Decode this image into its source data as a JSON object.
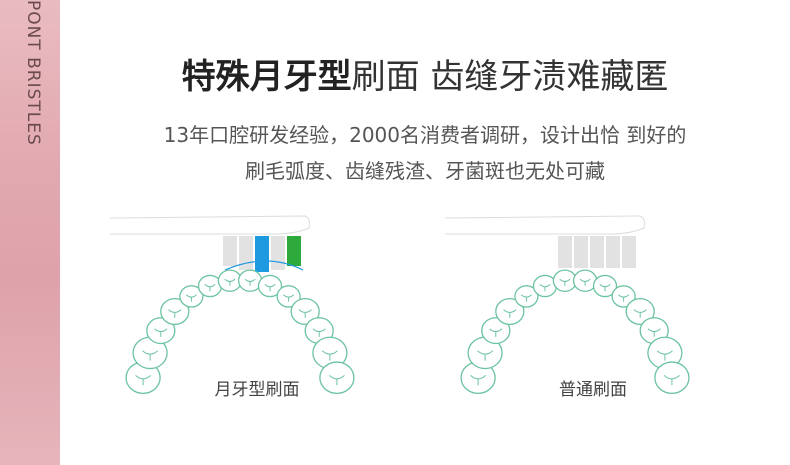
{
  "side_label": "PONT BRISTLES",
  "title": {
    "bold": "特殊月牙型",
    "light": "刷面 齿缝牙渍难藏匿"
  },
  "subtitle": {
    "line1": "13年口腔研发经验，2000名消费者调研，设计出恰 到好的",
    "line2": "刷毛弧度、齿缝残渣、牙菌斑也无处可藏"
  },
  "diagrams": {
    "left": {
      "caption": "月牙型刷面",
      "bristle_colors": [
        "#e2e2e2",
        "#e2e2e2",
        "#1e9be0",
        "#e2e2e2",
        "#2eaa3c"
      ]
    },
    "right": {
      "caption": "普通刷面",
      "bristle_colors": [
        "#e2e2e2",
        "#e2e2e2",
        "#e2e2e2",
        "#e2e2e2",
        "#e2e2e2"
      ]
    }
  },
  "colors": {
    "tooth_outline": "#6cc3a0",
    "brand_band": "#e2a9b0",
    "blue_bristle": "#1e9be0",
    "green_bristle": "#2eaa3c"
  }
}
